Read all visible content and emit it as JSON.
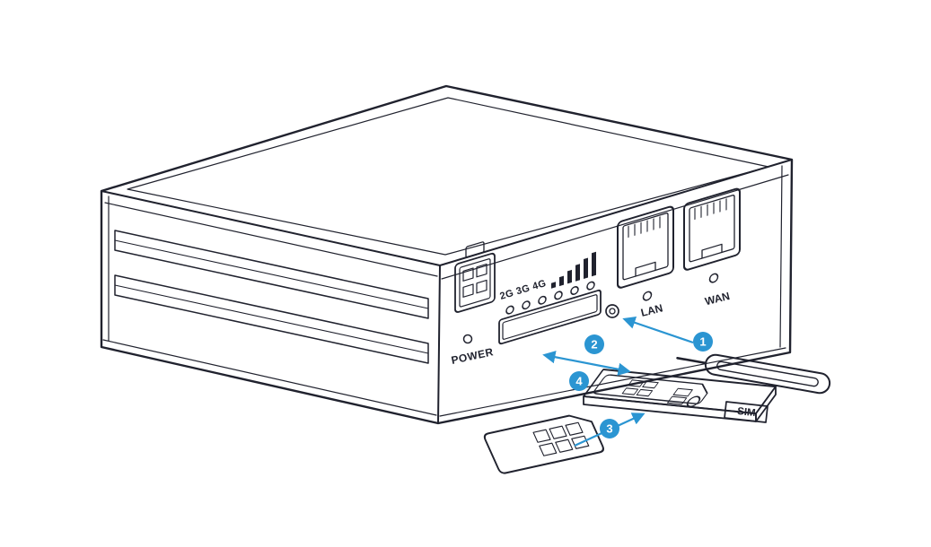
{
  "diagram": {
    "description": "SIM card insertion diagram for 4G router front panel",
    "labels": {
      "signal": "2G 3G 4G",
      "power": "POWER",
      "lan": "LAN",
      "wan": "WAN",
      "sim_tray": "SIM"
    },
    "steps": [
      {
        "number": "1"
      },
      {
        "number": "2"
      },
      {
        "number": "3"
      },
      {
        "number": "4"
      }
    ],
    "colors": {
      "line": "#20222e",
      "accent": "#2b95d2",
      "step_text": "#ffffff",
      "background": "#ffffff"
    }
  }
}
